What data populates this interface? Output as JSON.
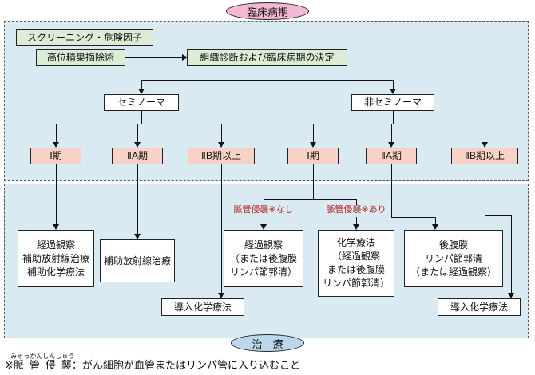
{
  "colors": {
    "bg": "#d9eaf3",
    "pink": "#f5b8d4",
    "green": "#ddecd4",
    "salmon": "#f8d3c5",
    "blue": "#bcd7ec",
    "red": "#b22222"
  },
  "header": {
    "phase_label": "臨床病期"
  },
  "screening": {
    "label": "スクリーニング・危険因子"
  },
  "nodes": {
    "orchiectomy": "高位精巣摘除術",
    "diagnosis": "組織診断および臨床病期の決定",
    "seminoma": "セミノーマ",
    "nonseminoma": "非セミノーマ",
    "sem_stage1": "Ⅰ期",
    "sem_stage2a": "ⅡA期",
    "sem_stage2b": "ⅡB期以上",
    "non_stage1": "Ⅰ期",
    "non_stage2a": "ⅡA期",
    "non_stage2b": "ⅡB期以上"
  },
  "branch_labels": {
    "no_invasion": "脈管侵襲※なし",
    "invasion": "脈管侵襲※あり"
  },
  "treatments": {
    "sem1": [
      "経過観察",
      "補助放射線治療",
      "補助化学療法"
    ],
    "sem2a": [
      "補助放射線治療"
    ],
    "induction_left": "導入化学療法",
    "non1_no": [
      "経過観察",
      "（または後腹膜",
      "リンパ節郭清）"
    ],
    "non1_yes": [
      "化学療法",
      "（経過観察",
      "または後腹膜",
      "リンパ節郭清）"
    ],
    "non2a": [
      "後腹膜",
      "リンパ節郭清",
      "（または経過観察）"
    ],
    "induction_right": "導入化学療法"
  },
  "footer": {
    "phase_label": "治　療"
  },
  "footnote": {
    "prefix": "※",
    "term": "脈管侵襲",
    "furigana": "みゃっかんしんしゅう",
    "separator": "：",
    "text": "がん細胞が血管またはリンパ管に入り込むこと"
  }
}
